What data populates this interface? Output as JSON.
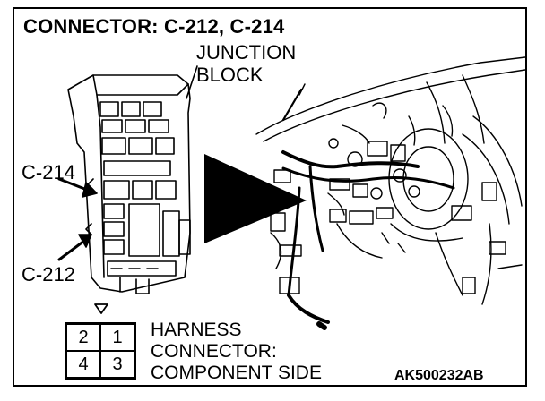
{
  "title": "CONNECTOR: C-212, C-214",
  "labels": {
    "junction_line1": "JUNCTION",
    "junction_line2": "BLOCK",
    "c214": "C-214",
    "c212": "C-212",
    "harness_line1": "HARNESS",
    "harness_line2": "CONNECTOR:",
    "harness_line3": "COMPONENT SIDE",
    "figure_code": "AK500232AB"
  },
  "pins": [
    "2",
    "1",
    "4",
    "3"
  ],
  "icons": {
    "pointer": "triangle-arrow-icon",
    "key": "triangle-key-icon"
  }
}
